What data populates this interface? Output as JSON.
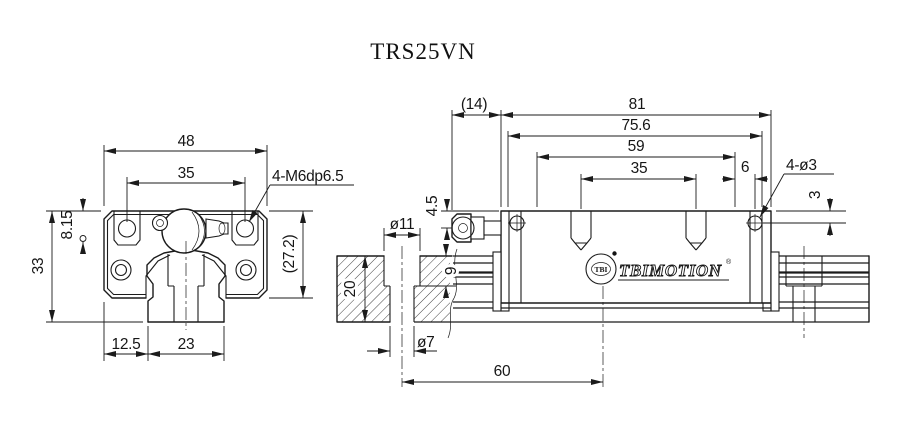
{
  "title": "TRS25VN",
  "front_view": {
    "dims": {
      "overall_width": "48",
      "mount_hole_spacing": "35",
      "thread_callout": "4-M6dp6.5",
      "ball_center_offset": "8.15",
      "assembly_height": "33",
      "block_height": "(27.2)",
      "rail_edge_offset": "12.5",
      "rail_width": "23"
    }
  },
  "side_view": {
    "dims": {
      "nipple_overhang": "(14)",
      "total_length": "81",
      "block_length": "75.6",
      "ref_span": "59",
      "top_hole_spacing": "35",
      "end_offset": "6",
      "side_hole_callout": "4-ø3",
      "side_hole_depth": "3",
      "nipple_center_height": "4.5",
      "counterbore_diameter": "ø11",
      "rail_height": "20",
      "counterbore_depth": "9",
      "through_hole_diameter": "ø7",
      "rail_hole_pitch": "60"
    }
  },
  "logo": {
    "emblem_text": "TBI",
    "brand": "TBIMOTION",
    "registered_mark": "®"
  },
  "colors": {
    "line": "#1b1b1b",
    "background": "#ffffff"
  }
}
